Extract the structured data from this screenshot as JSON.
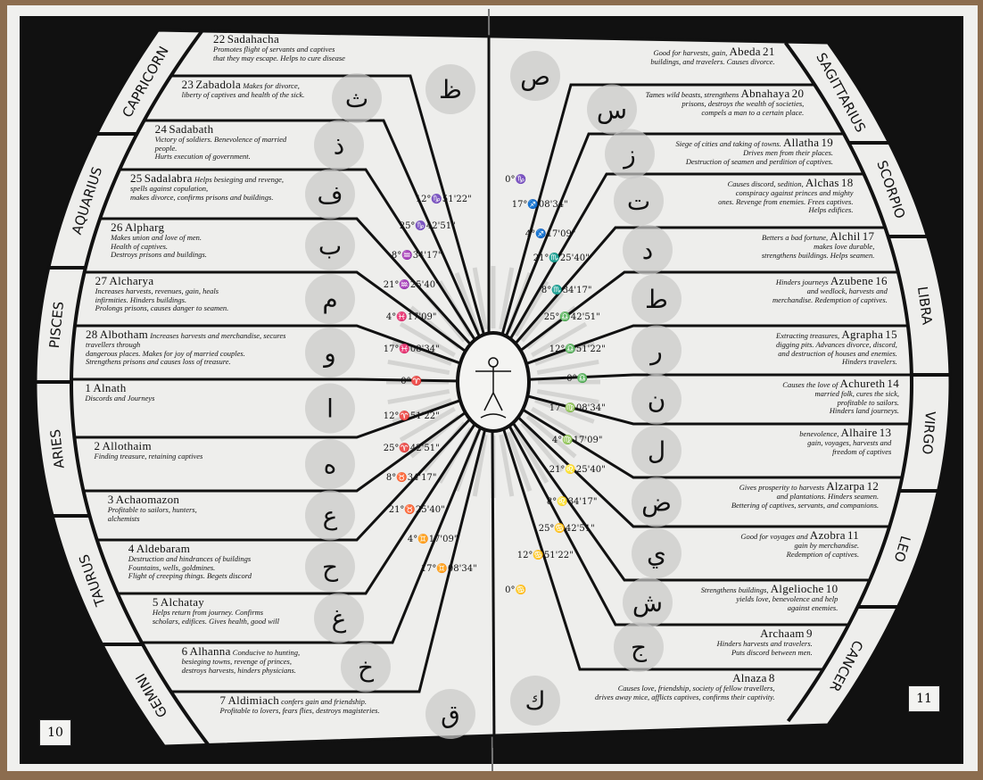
{
  "page_numbers": {
    "left": "10",
    "right": "11"
  },
  "colors": {
    "paper": "#eeeeec",
    "ink": "#111111",
    "letter_wash": "#c9c9c7",
    "background": "#8c6d4f"
  },
  "zodiac": {
    "left": [
      "CAPRICORN",
      "AQUARIUS",
      "PISCES",
      "ARIES",
      "TAURUS",
      "GEMINI"
    ],
    "right": [
      "SAGITTARIUS",
      "SCORPIO",
      "LIBRA",
      "VIRGO",
      "LEO",
      "CANCER"
    ]
  },
  "mansions_left": [
    {
      "number": "22",
      "name": "Sadahacha",
      "letter": "ظ",
      "lines": [
        "Promotes flight of servants and captives",
        "that they may escape. Helps to cure disease"
      ]
    },
    {
      "number": "23",
      "name": "Zabadola",
      "letter": "ث",
      "lines": [
        "Makes for divorce,",
        "liberty of captives and health of the sick."
      ]
    },
    {
      "number": "24",
      "name": "Sadabath",
      "letter": "ذ",
      "lines": [
        "Victory of soldiers. Benevolence of married people.",
        "Hurts execution of government."
      ]
    },
    {
      "number": "25",
      "name": "Sadalabra",
      "letter": "ف",
      "lines": [
        "Helps besieging and revenge, spells against copulation,",
        "makes divorce, confirms prisons and buildings."
      ]
    },
    {
      "number": "26",
      "name": "Alpharg",
      "letter": "ب",
      "lines": [
        "Makes union and love of men.",
        "Health of captives.",
        "Destroys prisons and buildings."
      ]
    },
    {
      "number": "27",
      "name": "Alcharya",
      "letter": "م",
      "lines": [
        "Increases harvests, revenues, gain, heals",
        "infirmities. Hinders buildings.",
        "Prolongs prisons, causes danger to seamen."
      ]
    },
    {
      "number": "28",
      "name": "Albotham",
      "letter": "و",
      "lines": [
        "Increases harvests and merchandise, secures travellers through",
        "dangerous places. Makes for joy of married couples.",
        "Strengthens prisons and causes loss of treasure."
      ]
    },
    {
      "number": "1",
      "name": "Alnath",
      "letter": "ا",
      "lines": [
        "Discords and Journeys"
      ]
    },
    {
      "number": "2",
      "name": "Allothaim",
      "letter": "ه",
      "lines": [
        "Finding treasure, retaining captives"
      ]
    },
    {
      "number": "3",
      "name": "Achaomazon",
      "letter": "ع",
      "lines": [
        "Profitable to sailors, hunters,",
        "alchemists"
      ]
    },
    {
      "number": "4",
      "name": "Aldebaram",
      "letter": "ح",
      "lines": [
        "Destruction and hindrances of buildings",
        "Fountains, wells, goldmines.",
        "Flight of creeping things. Begets discord"
      ]
    },
    {
      "number": "5",
      "name": "Alchatay",
      "letter": "غ",
      "lines": [
        "Helps return from journey. Confirms",
        "scholars, edifices. Gives health, good will"
      ]
    },
    {
      "number": "6",
      "name": "Alhanna",
      "letter": "خ",
      "lines": [
        "Conducive to hunting,",
        "besieging towns, revenge of princes,",
        "destroys harvests, hinders physicians."
      ]
    },
    {
      "number": "7",
      "name": "Aldimiach",
      "letter": "ق",
      "lines": [
        "confers gain and friendship.",
        "Profitable to lovers, fears flies, destroys magisteries."
      ]
    }
  ],
  "mansions_right": [
    {
      "number": "21",
      "name": "Abeda",
      "letter": "ص",
      "lines": [
        "Good for harvests, gain,",
        "buildings, and travelers. Causes divorce."
      ]
    },
    {
      "number": "20",
      "name": "Abnahaya",
      "letter": "س",
      "lines": [
        "Tames wild beasts, strengthens",
        "prisons, destroys the wealth of societies,",
        "compels a man to a certain place."
      ]
    },
    {
      "number": "19",
      "name": "Allatha",
      "letter": "ز",
      "lines": [
        "Siege of cities and taking of towns.",
        "Drives men from their places.",
        "Destruction of seamen and perdition of captives."
      ]
    },
    {
      "number": "18",
      "name": "Alchas",
      "letter": "ت",
      "lines": [
        "Causes discord, sedition,",
        "conspiracy against princes and mighty",
        "ones. Revenge from enemies. Frees captives.",
        "Helps edifices."
      ]
    },
    {
      "number": "17",
      "name": "Alchil",
      "letter": "د",
      "lines": [
        "Betters a bad fortune,",
        "makes love durable,",
        "strengthens buildings. Helps seamen."
      ]
    },
    {
      "number": "16",
      "name": "Azubene",
      "letter": "ط",
      "lines": [
        "Hinders journeys",
        "and wedlock, harvests and",
        "merchandise. Redemption of captives."
      ]
    },
    {
      "number": "15",
      "name": "Agrapha",
      "letter": "ر",
      "lines": [
        "Extracting treasures,",
        "digging pits. Advances divorce, discord,",
        "and destruction of houses and enemies.",
        "Hinders travelers."
      ]
    },
    {
      "number": "14",
      "name": "Achureth",
      "letter": "ن",
      "lines": [
        "Causes the love of",
        "married folk, cures the sick,",
        "profitable to sailors.",
        "Hinders land journeys."
      ]
    },
    {
      "number": "13",
      "name": "Alhaire",
      "letter": "ل",
      "lines": [
        "benevolence,",
        "gain, voyages, harvests and",
        "freedom of captives"
      ]
    },
    {
      "number": "12",
      "name": "Alzarpa",
      "letter": "ض",
      "lines": [
        "Gives prosperity to harvests",
        "and plantations. Hinders seamen.",
        "Bettering of captives, servants, and companions."
      ]
    },
    {
      "number": "11",
      "name": "Azobra",
      "letter": "ي",
      "lines": [
        "Good for voyages and",
        "gain by merchandise.",
        "Redemption of captives."
      ]
    },
    {
      "number": "10",
      "name": "Algelioche",
      "letter": "ش",
      "lines": [
        "Strengthens buildings,",
        "yields love, benevolence and help",
        "against enemies."
      ]
    },
    {
      "number": "9",
      "name": "Archaam",
      "letter": "ج",
      "lines": [
        "Hinders harvests and travelers.",
        "Puts discord between men."
      ]
    },
    {
      "number": "8",
      "name": "Alnaza",
      "letter": "ك",
      "lines": [
        "Causes love, friendship, society of fellow travellers,",
        "drives away mice, afflicts captives, confirms their captivity."
      ]
    }
  ],
  "degrees_left": [
    "12°♑51'22\"",
    "25°♑42'51\"",
    "8°♒34'17\"",
    "21°♒25'40\"",
    "4°♓17'09\"",
    "17°♓08'34\"",
    "0°♈",
    "12°♈51'22\"",
    "25°♈42'51\"",
    "8°♉34'17\"",
    "21°♉25'40\"",
    "4°♊17'09\"",
    "17°♊08'34\"",
    "0°♋"
  ],
  "degrees_right": [
    "0°♑",
    "17°♐08'34\"",
    "4°♐17'09\"",
    "21°♏25'40\"",
    "8°♏34'17\"",
    "25°♎42'51\"",
    "12°♎51'22\"",
    "0°♎",
    "17°♍08'34\"",
    "4°♍17'09\"",
    "21°♌25'40\"",
    "8°♌34'17\"",
    "25°♋42'51\"",
    "12°♋51'22\""
  ]
}
